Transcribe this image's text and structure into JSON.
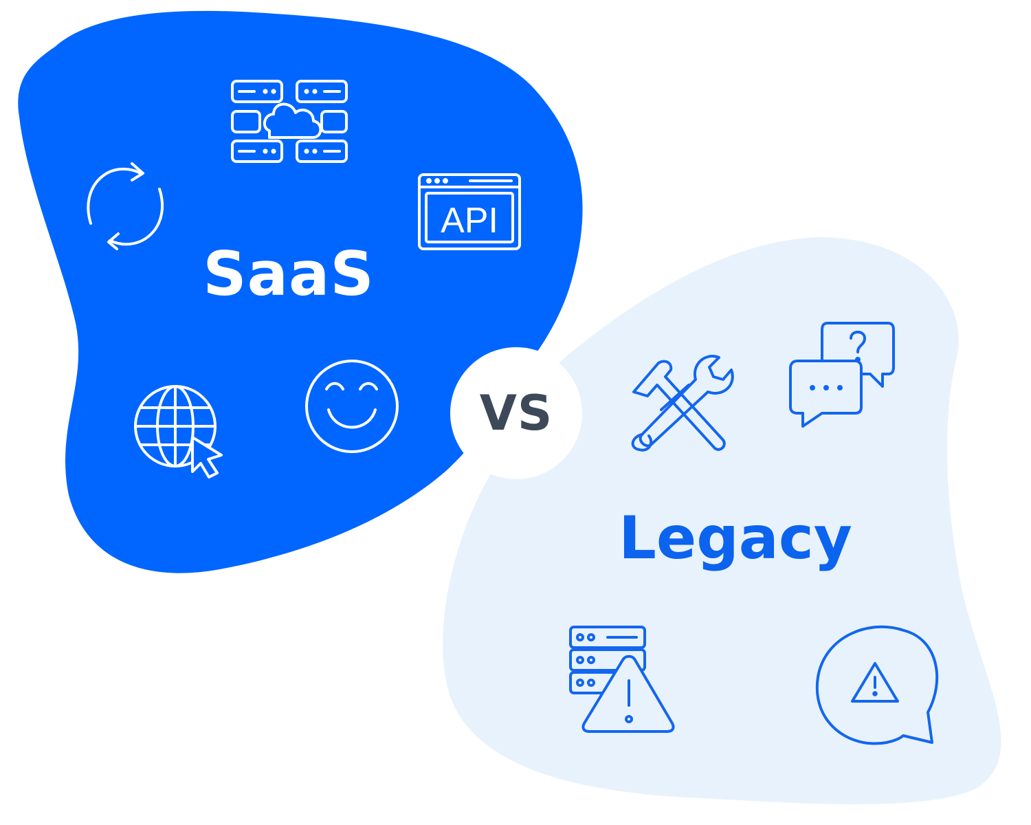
{
  "saas": {
    "label": "SaaS",
    "api_label": "API",
    "icons": [
      "server-cloud-icon",
      "sync-icon",
      "api-window-icon",
      "web-globe-cursor-icon",
      "smiley-face-icon"
    ]
  },
  "legacy": {
    "label": "Legacy",
    "icons": [
      "tools-icon",
      "help-chat-icon",
      "server-warning-icon",
      "alert-chat-icon"
    ]
  },
  "vs": {
    "label": "VS"
  },
  "colors": {
    "saas_blob": "#0066ff",
    "legacy_blob": "#e8f2fd",
    "saas_text": "#ffffff",
    "legacy_text": "#0b63ee",
    "legacy_icon": "#1366ee",
    "vs_text": "#3d4859",
    "vs_badge": "#ffffff"
  }
}
